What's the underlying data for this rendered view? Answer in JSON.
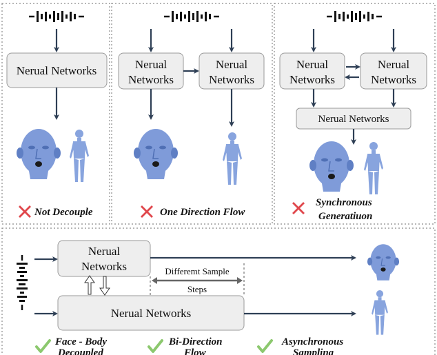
{
  "panels": [
    {
      "id": "not-decouple",
      "network_label": [
        "Nerual Networks"
      ],
      "caption": "Not Decouple",
      "caption_icon": "cross-icon"
    },
    {
      "id": "one-direction",
      "network_label_a": [
        "Nerual",
        "Networks"
      ],
      "network_label_b": [
        "Nerual",
        "Networks"
      ],
      "caption": "One Direction Flow",
      "caption_icon": "cross-icon"
    },
    {
      "id": "synchronous",
      "network_label_a": [
        "Nerual",
        "Networks"
      ],
      "network_label_b": [
        "Nerual",
        "Networks"
      ],
      "network_label_c": "Nerual Networks",
      "caption": [
        "Synchronous",
        "Generatiuon"
      ],
      "caption_icon": "cross-icon"
    }
  ],
  "bottom": {
    "network_top": [
      "Nerual",
      "Networks"
    ],
    "network_bottom": "Nerual Networks",
    "gap_label": [
      "Differemt Sample",
      "Steps"
    ],
    "features": [
      {
        "lines": [
          "Face - Body",
          "Decoupled"
        ],
        "icon": "check-icon"
      },
      {
        "lines": [
          "Bi-Direction",
          "Flow"
        ],
        "icon": "check-icon"
      },
      {
        "lines": [
          "Asynchronous",
          "Sampling"
        ],
        "icon": "check-icon"
      }
    ]
  },
  "colors": {
    "arrow": "#2e3f55",
    "avatar": "#7f9bd9",
    "cross": "#e0474c",
    "check": "#8cc86e",
    "box_fill": "#eeeeee"
  }
}
